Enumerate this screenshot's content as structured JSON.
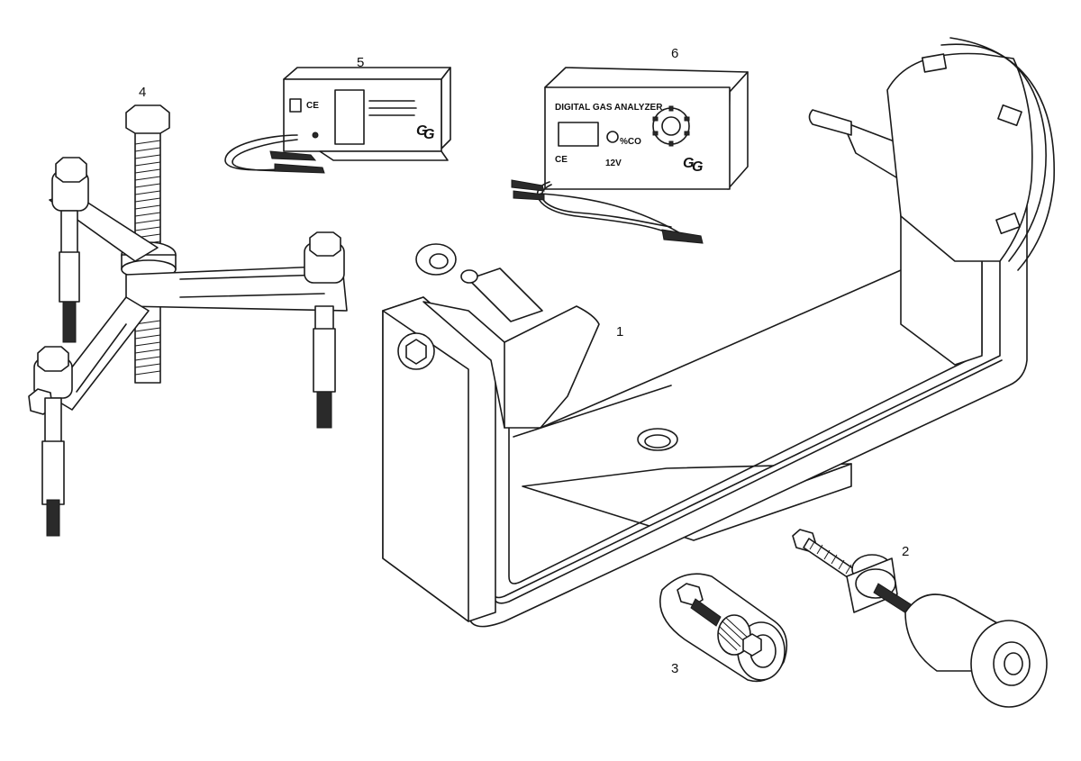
{
  "callouts": [
    {
      "id": "1",
      "label": "1"
    },
    {
      "id": "2",
      "label": "2"
    },
    {
      "id": "3",
      "label": "3"
    },
    {
      "id": "4",
      "label": "4"
    },
    {
      "id": "5",
      "label": "5"
    },
    {
      "id": "6",
      "label": "6"
    }
  ],
  "gas_analyzer": {
    "title": "DIGITAL GAS ANALYZER",
    "readout_unit": "%CO",
    "ce_mark": "CE",
    "power_label": "12V"
  },
  "tester_box": {
    "ce_mark": "CE"
  }
}
